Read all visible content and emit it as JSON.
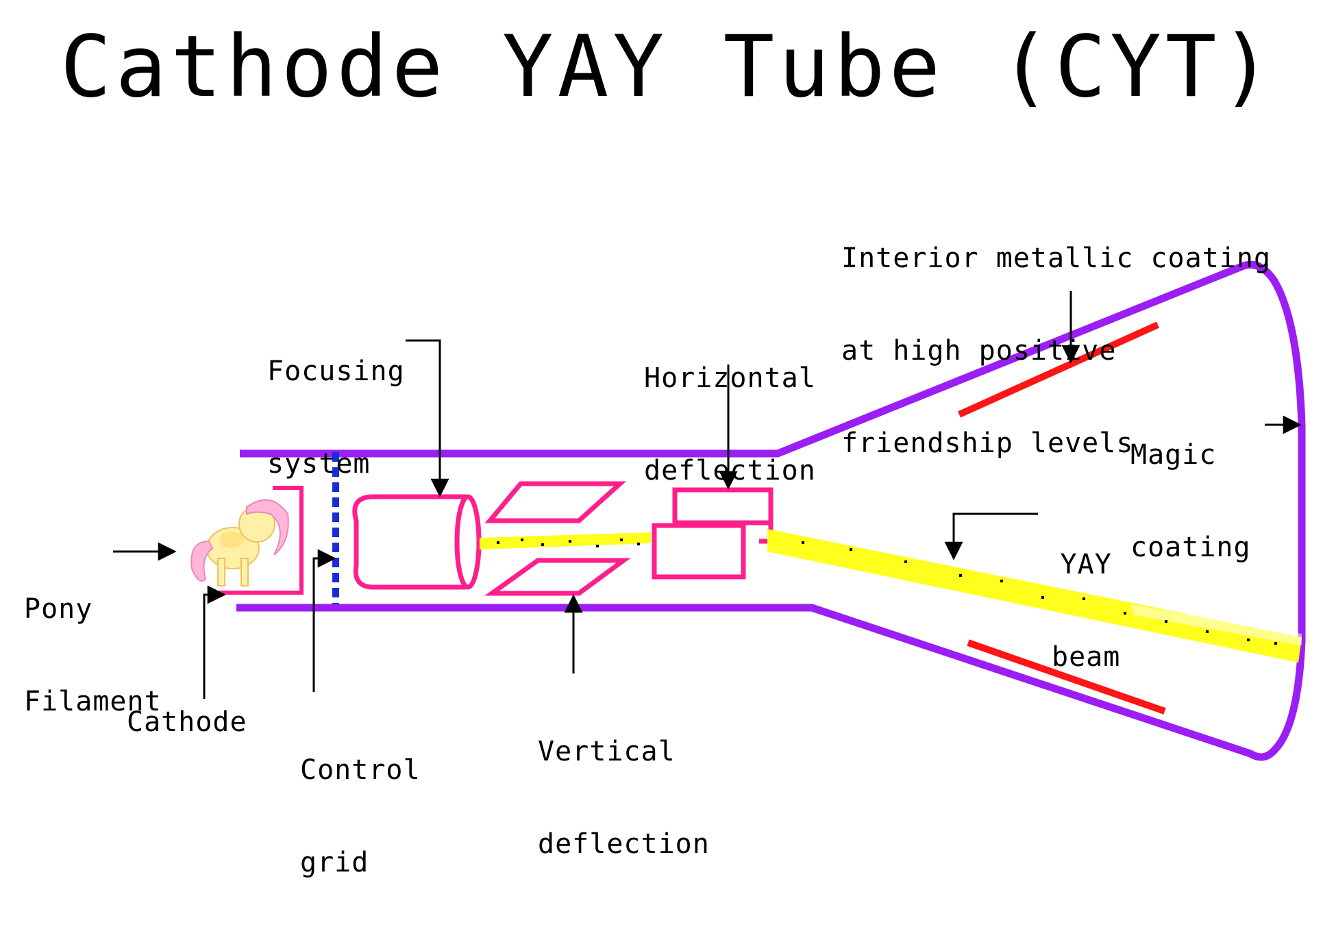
{
  "title": "Cathode YAY Tube (CYT)",
  "labels": {
    "interior_coating": [
      "Interior metallic coating",
      "at high positive",
      "friendship levels"
    ],
    "focusing_system": [
      "Focusing",
      "system"
    ],
    "horizontal_deflection": [
      "Horizontal",
      "deflection"
    ],
    "magic_coating": [
      "Magic",
      "coating"
    ],
    "yay_beam": [
      "YAY",
      "beam"
    ],
    "pony_filament": [
      "Pony",
      "Filament"
    ],
    "cathode": "Cathode",
    "control_grid": [
      "Control",
      "grid"
    ],
    "vertical_deflection": [
      "Vertical",
      "deflection"
    ]
  },
  "colors": {
    "tube": "#9b1ef5",
    "components": "#ff1f8c",
    "grid": "#1c2bd8",
    "beam": "#ffff1e",
    "coating": "#ff1515",
    "pony_body": "#fff0a8",
    "pony_mane": "#ffb6d9",
    "ink": "#000000"
  },
  "icons": {
    "pony": "pony-icon"
  }
}
